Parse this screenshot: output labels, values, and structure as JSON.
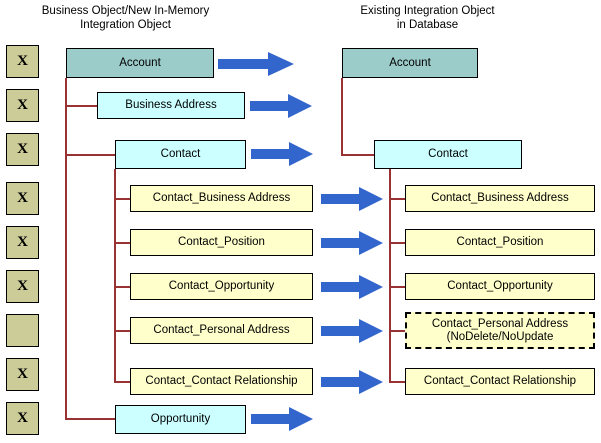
{
  "diagram": {
    "title": "Integration Object mapping diagram",
    "colors": {
      "root_box": "#9cccca",
      "child_box": "#ccffff",
      "leaf_box": "#ffffcc",
      "marker_box": "#cccc99",
      "connector": "#993333",
      "arrow": "#3366cc",
      "border": "#000000",
      "background": "#ffffff"
    },
    "headers": {
      "left": "Business Object/New In-Memory\nIntegration Object",
      "right": "Existing Integration Object\nin Database"
    },
    "markers": [
      {
        "label": "X"
      },
      {
        "label": "X"
      },
      {
        "label": "X"
      },
      {
        "label": "X"
      },
      {
        "label": "X"
      },
      {
        "label": "X"
      },
      {
        "label": ""
      },
      {
        "label": "X"
      },
      {
        "label": "X"
      }
    ],
    "left_nodes": [
      {
        "label": "Account",
        "kind": "teal"
      },
      {
        "label": "Business Address",
        "kind": "cyan"
      },
      {
        "label": "Contact",
        "kind": "cyan"
      },
      {
        "label": "Contact_Business Address",
        "kind": "yellow"
      },
      {
        "label": "Contact_Position",
        "kind": "yellow"
      },
      {
        "label": "Contact_Opportunity",
        "kind": "yellow"
      },
      {
        "label": "Contact_Personal Address",
        "kind": "yellow"
      },
      {
        "label": "Contact_Contact Relationship",
        "kind": "yellow"
      },
      {
        "label": "Opportunity",
        "kind": "cyan"
      }
    ],
    "right_nodes": [
      {
        "label": "Account",
        "kind": "teal"
      },
      {
        "label": "Contact",
        "kind": "cyan"
      },
      {
        "label": "Contact_Business Address",
        "kind": "yellow"
      },
      {
        "label": "Contact_Position",
        "kind": "yellow"
      },
      {
        "label": "Contact_Opportunity",
        "kind": "yellow"
      },
      {
        "label": "Contact_Personal Address\n(NoDelete/NoUpdate",
        "kind": "dashed"
      },
      {
        "label": "Contact_Contact Relationship",
        "kind": "yellow"
      }
    ],
    "arrows": [
      {
        "name": "arrow-account"
      },
      {
        "name": "arrow-business-address"
      },
      {
        "name": "arrow-contact"
      },
      {
        "name": "arrow-contact-business-address"
      },
      {
        "name": "arrow-contact-position"
      },
      {
        "name": "arrow-contact-opportunity"
      },
      {
        "name": "arrow-contact-personal-address"
      },
      {
        "name": "arrow-contact-contact-relationship"
      },
      {
        "name": "arrow-opportunity"
      }
    ]
  }
}
